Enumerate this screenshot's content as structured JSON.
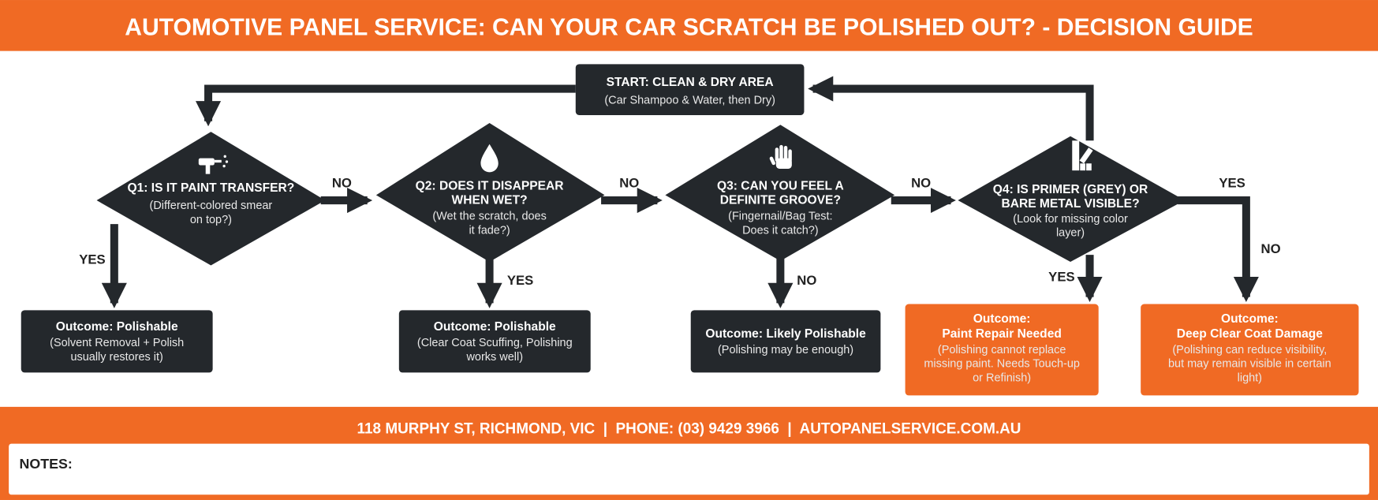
{
  "title": "AUTOMOTIVE PANEL SERVICE: CAN YOUR CAR SCRATCH BE POLISHED OUT? - DECISION GUIDE",
  "colors": {
    "accent": "#F06A24",
    "dark": "#24282C"
  },
  "start": {
    "title": "START: CLEAN & DRY AREA",
    "sub": "(Car Shampoo & Water, then Dry)"
  },
  "questions": [
    {
      "icon": "spray-gun-icon",
      "lines": [
        "Q1: IS IT PAINT TRANSFER?"
      ],
      "sub": [
        "(Different-colored smear",
        "on top?)"
      ]
    },
    {
      "icon": "water-drop-icon",
      "lines": [
        "Q2: DOES IT DISAPPEAR",
        "WHEN WET?"
      ],
      "sub": [
        "(Wet the scratch, does",
        "it fade?)"
      ]
    },
    {
      "icon": "hand-icon",
      "lines": [
        "Q3: CAN YOU FEEL A",
        "DEFINITE GROOVE?"
      ],
      "sub": [
        "(Fingernail/Bag Test:",
        "Does it catch?)"
      ]
    },
    {
      "icon": "color-swatch-icon",
      "lines": [
        "Q4: IS PRIMER (GREY) OR",
        "BARE METAL VISIBLE?"
      ],
      "sub": [
        "(Look for missing color",
        "layer)"
      ]
    }
  ],
  "labels": {
    "q1_no": "NO",
    "q1_yes": "YES",
    "q2_no": "NO",
    "q2_yes": "YES",
    "q3_no_right": "NO",
    "q3_no_down": "NO",
    "q4_yes_down": "YES",
    "q4_yes_right": "YES",
    "q4_no": "NO"
  },
  "outcomes": [
    {
      "title": "Outcome: Polishable",
      "sub": [
        "(Solvent Removal + Polish",
        "usually restores it)"
      ]
    },
    {
      "title": "Outcome: Polishable",
      "sub": [
        "(Clear Coat Scuffing, Polishing",
        "works well)"
      ]
    },
    {
      "title": "Outcome: Likely Polishable",
      "sub": [
        "(Polishing may be enough)"
      ]
    },
    {
      "title": "Outcome:",
      "title2": "Paint Repair Needed",
      "sub": [
        "(Polishing cannot replace",
        "missing paint. Needs Touch-up",
        "or Refinish)"
      ]
    },
    {
      "title": "Outcome:",
      "title2": "Deep Clear Coat Damage",
      "sub": [
        "(Polishing can reduce visibility,",
        "but may remain visible in certain",
        "light)"
      ]
    }
  ],
  "footer": {
    "contact": "118 MURPHY ST, RICHMOND, VIC  |  PHONE: (03) 9429 3966  |  AUTOPANELSERVICE.COM.AU",
    "notes_label": "NOTES:"
  }
}
